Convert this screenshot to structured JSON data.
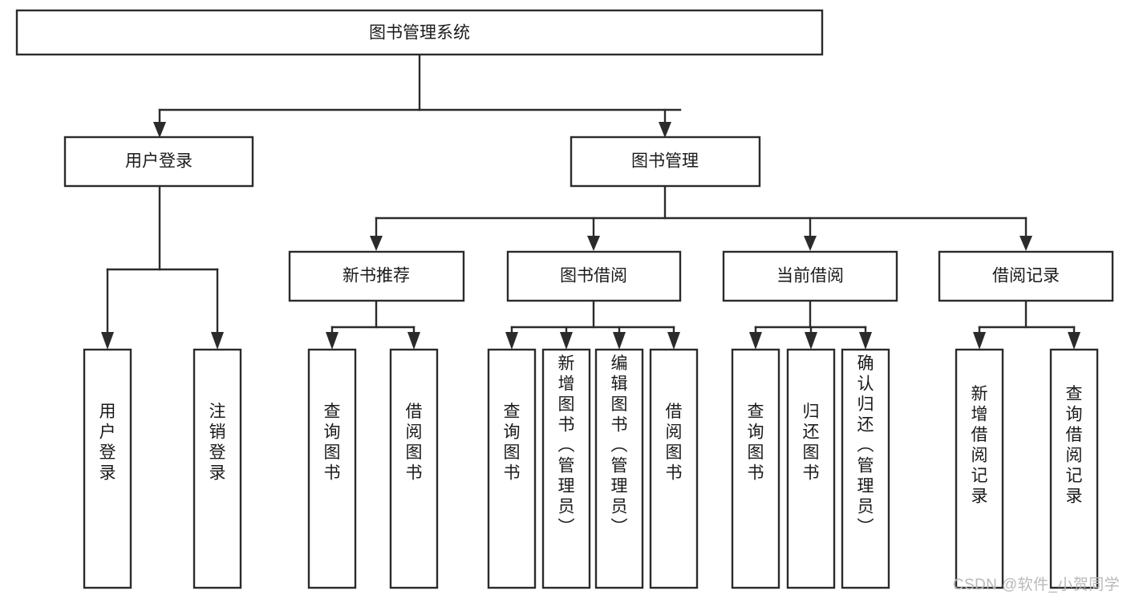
{
  "diagram": {
    "title": "图书管理系统",
    "type": "tree",
    "watermark": "CSDN @软件_小贺同学",
    "colors": {
      "stroke": "#2b2b2b",
      "fill": "#ffffff",
      "text": "#1a1a1a",
      "watermark": "#b9b9b9",
      "background": "#ffffff"
    },
    "root": {
      "label": "图书管理系统",
      "orientation": "horizontal"
    },
    "level1": [
      {
        "label": "用户登录",
        "orientation": "horizontal"
      },
      {
        "label": "图书管理",
        "orientation": "horizontal"
      }
    ],
    "level2": [
      {
        "label": "新书推荐",
        "orientation": "horizontal",
        "parent": "图书管理"
      },
      {
        "label": "图书借阅",
        "orientation": "horizontal",
        "parent": "图书管理"
      },
      {
        "label": "当前借阅",
        "orientation": "horizontal",
        "parent": "图书管理"
      },
      {
        "label": "借阅记录",
        "orientation": "horizontal",
        "parent": "图书管理"
      }
    ],
    "leaves": [
      {
        "label": "用户登录",
        "orientation": "vertical",
        "parent": "用户登录"
      },
      {
        "label": "注销登录",
        "orientation": "vertical",
        "parent": "用户登录"
      },
      {
        "label": "查询图书",
        "orientation": "vertical",
        "parent": "新书推荐"
      },
      {
        "label": "借阅图书",
        "orientation": "vertical",
        "parent": "新书推荐"
      },
      {
        "label": "查询图书",
        "orientation": "vertical",
        "parent": "图书借阅"
      },
      {
        "label": "新增图书（管理员）",
        "orientation": "vertical",
        "parent": "图书借阅"
      },
      {
        "label": "编辑图书（管理员）",
        "orientation": "vertical",
        "parent": "图书借阅"
      },
      {
        "label": "借阅图书",
        "orientation": "vertical",
        "parent": "图书借阅"
      },
      {
        "label": "查询图书",
        "orientation": "vertical",
        "parent": "当前借阅"
      },
      {
        "label": "归还图书",
        "orientation": "vertical",
        "parent": "当前借阅"
      },
      {
        "label": "确认归还（管理员）",
        "orientation": "vertical",
        "parent": "当前借阅"
      },
      {
        "label": "新增借阅记录",
        "orientation": "vertical",
        "parent": "借阅记录"
      },
      {
        "label": "查询借阅记录",
        "orientation": "vertical",
        "parent": "借阅记录"
      }
    ]
  }
}
